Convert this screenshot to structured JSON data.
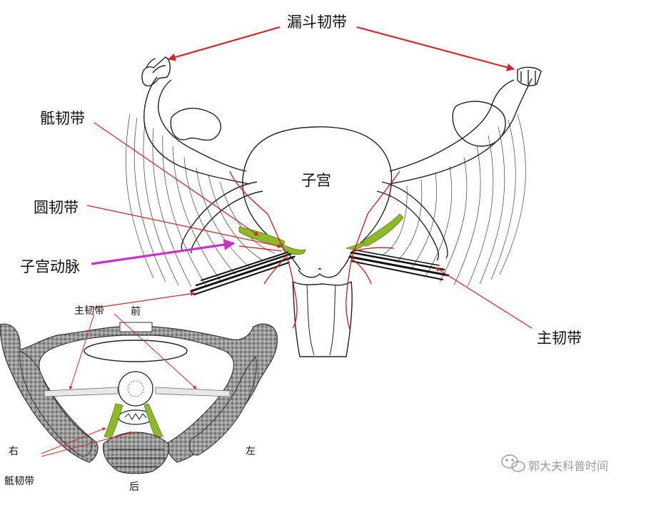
{
  "main": {
    "infundibulopelvic_ligament": "漏斗韧带",
    "sacral_ligament": "骶韧带",
    "round_ligament": "圆韧带",
    "uterine_artery": "子宫动脉",
    "uterus": "子宫",
    "cardinal_ligament": "主韧带"
  },
  "inset": {
    "cardinal_ligament": "主韧带",
    "front": "前",
    "right": "右",
    "left": "左",
    "back": "后",
    "sacral_ligament": "骶韧带"
  },
  "watermark": "郭大夫科普时间",
  "colors": {
    "pointer": "#d22a2a",
    "artery_pointer": "#c832c8",
    "ligament_green": "#8cb82a",
    "bone_gray": "#8f8f8f"
  }
}
